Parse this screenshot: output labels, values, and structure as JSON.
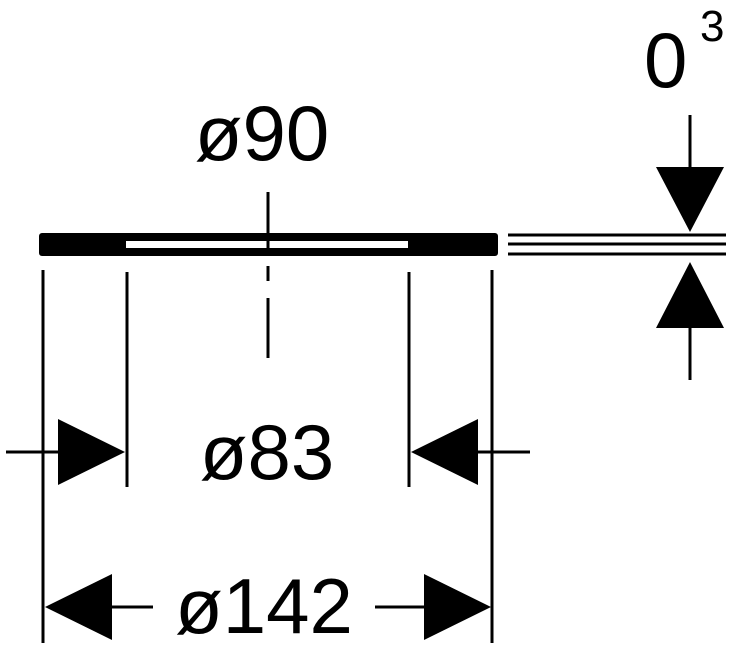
{
  "diagram": {
    "type": "technical-drawing",
    "subject": "flat ring gasket, side view with dimensions",
    "line_color": "#000000",
    "background": "#ffffff"
  },
  "dimensions": {
    "diameter_90": "ø90",
    "diameter_83": "ø83",
    "diameter_142": "ø142",
    "thickness_base": "0",
    "thickness_sup": "3"
  }
}
